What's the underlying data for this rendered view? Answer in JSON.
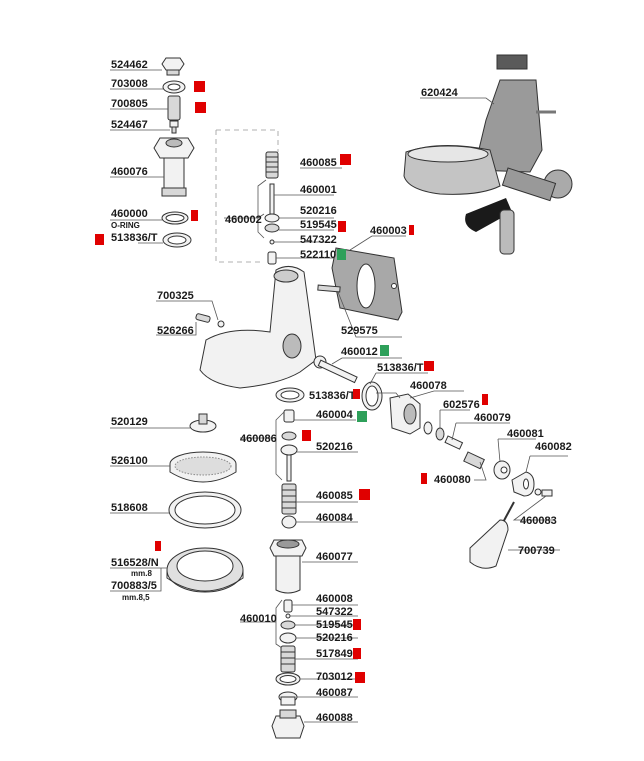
{
  "title": "Espresso group head exploded parts diagram",
  "marker_colors": {
    "red": "#e00000",
    "green": "#2ea05a"
  },
  "labels": {
    "p524462": "524462",
    "p703008": "703008",
    "p700805": "700805",
    "p524467": "524467",
    "p460076": "460076",
    "p460000": "460000",
    "p460000_sub": "O-RING",
    "p513836t_a": "513836/T",
    "p460085_a": "460085",
    "p460001": "460001",
    "p460002": "460002",
    "p520216_a": "520216",
    "p519545_a": "519545",
    "p547322_a": "547322",
    "p522110": "522110",
    "p460003": "460003",
    "p620424": "620424",
    "p700325": "700325",
    "p526266": "526266",
    "p529575": "529575",
    "p460012": "460012",
    "p513836t_b": "513836/T",
    "p513836t_c": "513836/T",
    "p460078": "460078",
    "p602576": "602576",
    "p460004": "460004",
    "p460079": "460079",
    "p460081": "460081",
    "p460082": "460082",
    "p460080": "460080",
    "p460083": "460083",
    "p700739": "700739",
    "p460086": "460086",
    "p520216_b": "520216",
    "p460085_b": "460085",
    "p460084": "460084",
    "p460077": "460077",
    "p520129": "520129",
    "p526100": "526100",
    "p518608": "518608",
    "p516528n": "516528/N",
    "p516528n_sub": "mm.8",
    "p700883": "700883/5",
    "p700883_sub": "mm.8,5",
    "p460010": "460010",
    "p460008": "460008",
    "p547322_b": "547322",
    "p519545_b": "519545",
    "p520216_c": "520216",
    "p517849": "517849",
    "p703012": "703012",
    "p460087": "460087",
    "p460088": "460088"
  },
  "markers": {
    "p703008": "red",
    "p700805": "red",
    "p460000": "red",
    "p513836t_a": "red",
    "p460085_a": "red",
    "p519545_a": "red",
    "p522110": "green",
    "p460003": "red",
    "p460012": "green",
    "p513836t_b": "red",
    "p513836t_c": "red",
    "p602576": "red",
    "p460004": "green",
    "p460086_seat": "red",
    "p460080": "red",
    "p460085_b": "red",
    "p516528n": "red",
    "p519545_b": "red",
    "p517849": "red",
    "p703012": "red"
  }
}
